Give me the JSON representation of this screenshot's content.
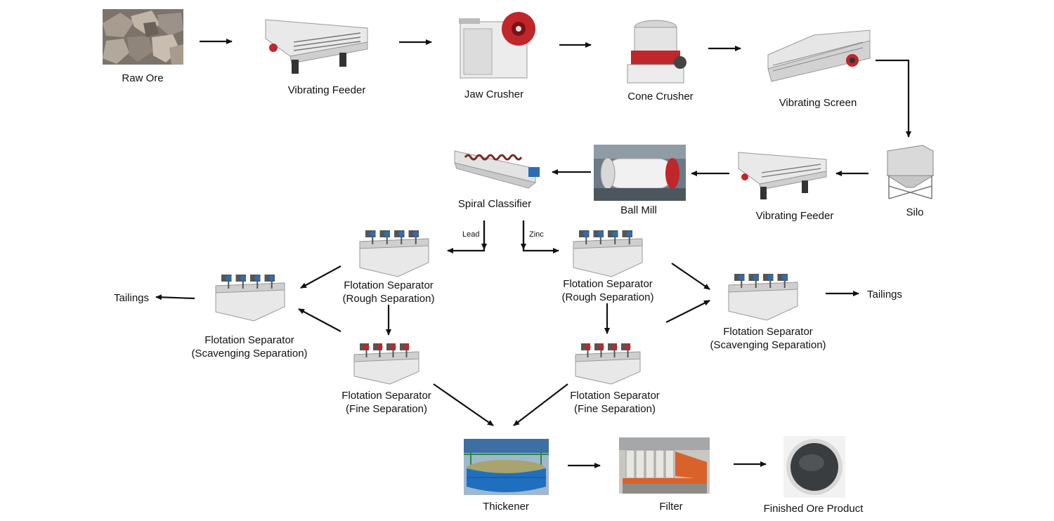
{
  "colors": {
    "arrow": "#111111",
    "machine_body": "#e8e8e8",
    "machine_dark": "#555555",
    "accent_red": "#c0262a",
    "accent_blue": "#2d6db5",
    "ore": "#8a8178",
    "thickener_blue": "#1f6fbf",
    "filter_orange": "#d9622b"
  },
  "nodes": {
    "raw_ore": "Raw Ore",
    "vibrating_feeder_1": "Vibrating Feeder",
    "jaw_crusher": "Jaw Crusher",
    "cone_crusher": "Cone Crusher",
    "vibrating_screen": "Vibrating Screen",
    "silo": "Silo",
    "vibrating_feeder_2": "Vibrating Feeder",
    "ball_mill": "Ball Mill",
    "spiral_classifier": "Spiral Classifier",
    "lead_rough_l1": "Flotation Separator",
    "lead_rough_l2": "(Rough Separation)",
    "lead_scav_l1": "Flotation Separator",
    "lead_scav_l2": "(Scavenging Separation)",
    "lead_fine_l1": "Flotation Separator",
    "lead_fine_l2": "(Fine Separation)",
    "zinc_rough_l1": "Flotation Separator",
    "zinc_rough_l2": "(Rough Separation)",
    "zinc_scav_l1": "Flotation Separator",
    "zinc_scav_l2": "(Scavenging Separation)",
    "zinc_fine_l1": "Flotation Separator",
    "zinc_fine_l2": "(Fine Separation)",
    "tailings_left": "Tailings",
    "tailings_right": "Tailings",
    "thickener": "Thickener",
    "filter": "Filter",
    "finished": "Finished Ore Product"
  },
  "branch_labels": {
    "lead": "Lead",
    "zinc": "Zinc"
  },
  "icons": {
    "raw_ore": "ore-rocks-photo",
    "vibrating_feeder": "vibrating-feeder-machine",
    "jaw_crusher": "jaw-crusher-machine",
    "cone_crusher": "cone-crusher-machine",
    "vibrating_screen": "vibrating-screen-machine",
    "silo": "silo-structure",
    "ball_mill": "ball-mill-machine",
    "spiral_classifier": "spiral-classifier-machine",
    "flotation": "flotation-cell-machine",
    "thickener": "thickener-tank-photo",
    "filter": "filter-press-photo",
    "finished": "ore-powder-bowl-photo"
  }
}
